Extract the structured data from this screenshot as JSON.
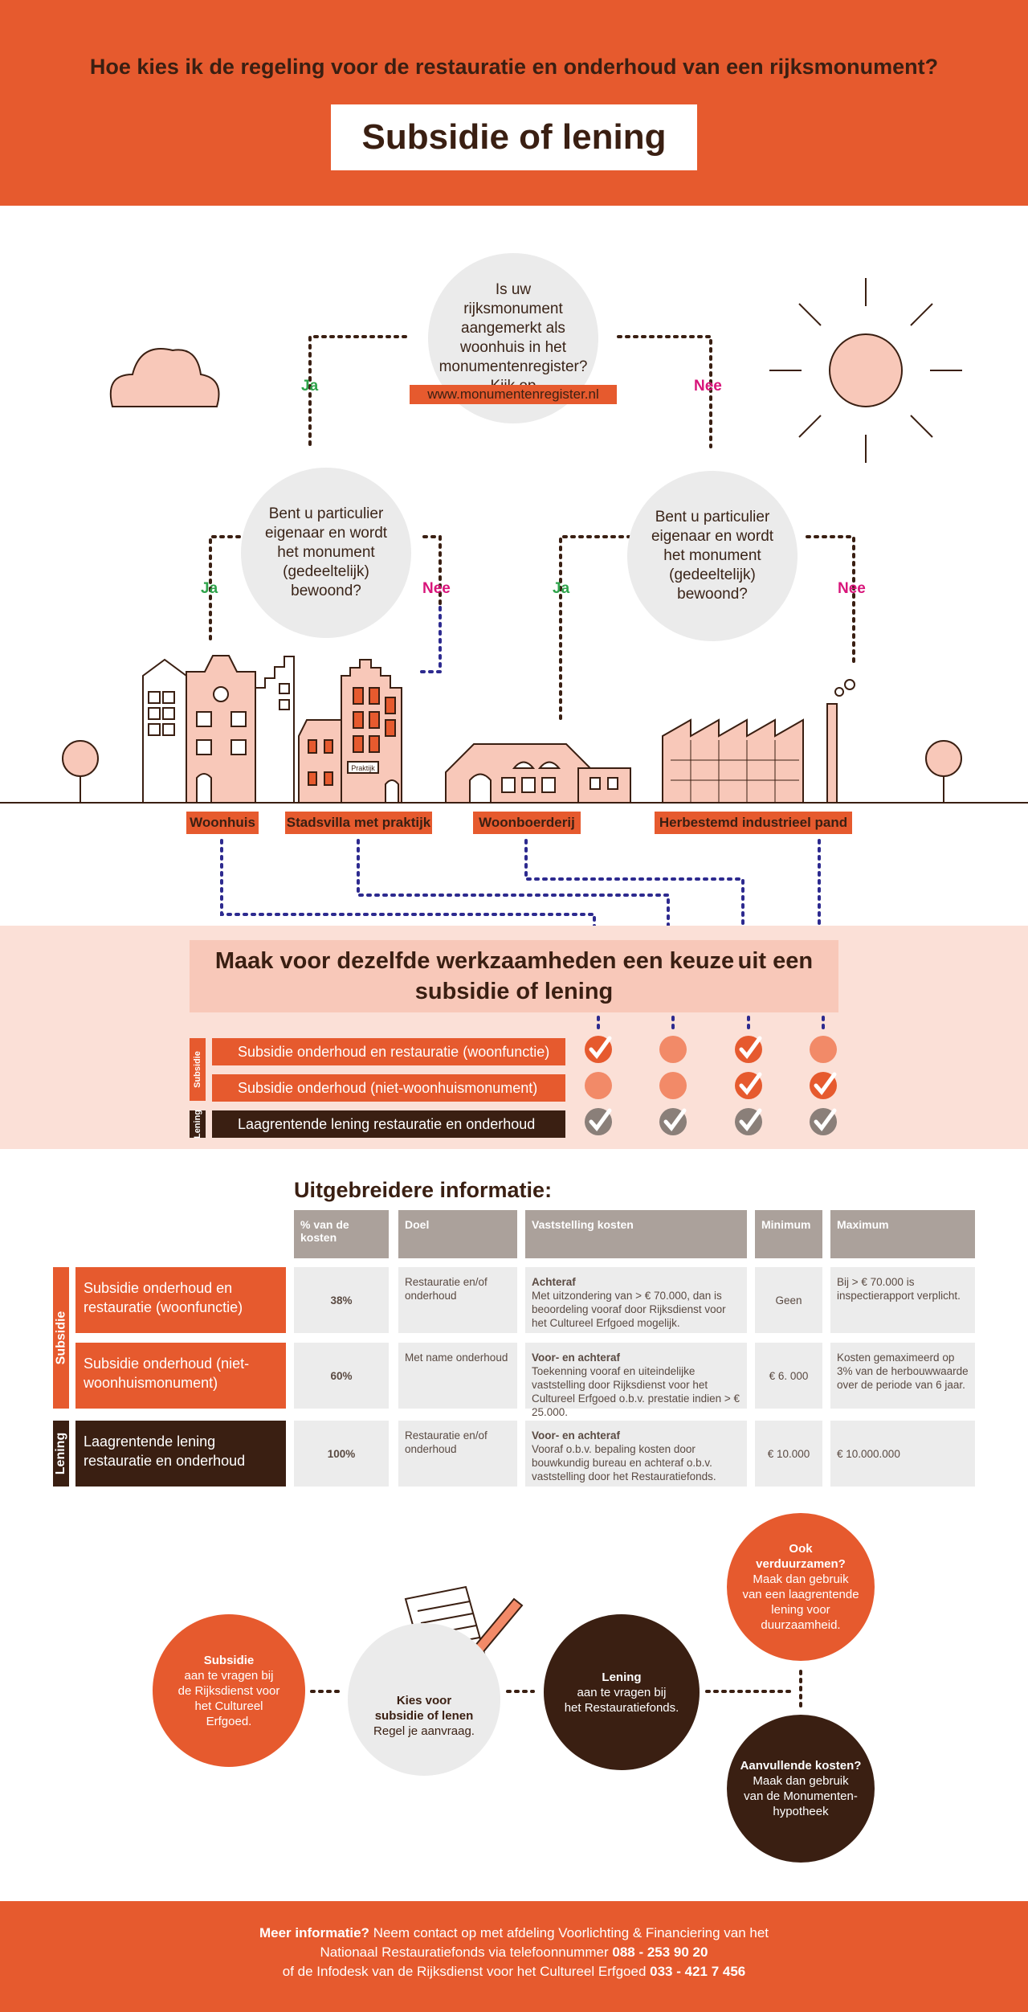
{
  "header": {
    "question": "Hoe kies ik de regeling voor de restauratie en onderhoud van een rijksmonument?",
    "title": "Subsidie of lening"
  },
  "flow": {
    "top_question": [
      "Is uw",
      "rijksmonument",
      "aangemerkt als",
      "woonhuis in het",
      "monumentenregister?",
      "Kijk op"
    ],
    "top_link": "www.monumentenregister.nl",
    "left_question": [
      "Bent u particulier",
      "eigenaar en wordt",
      "het monument",
      "(gedeeltelijk)",
      "bewoond?"
    ],
    "right_question": [
      "Bent u particulier",
      "eigenaar en wordt",
      "het monument",
      "(gedeeltelijk)",
      "bewoond?"
    ],
    "ja": "Ja",
    "nee": "Nee"
  },
  "buildings": {
    "labels": [
      "Woonhuis",
      "Stadsvilla met praktijk",
      "Woonboerderij",
      "Herbestemd industrieel pand"
    ],
    "praktijk_sign": "Praktijk"
  },
  "choice": {
    "title_line1": "Maak voor dezelfde werkzaamheden een keuze",
    "title_line2": "uit een subsidie of lening",
    "group_subsidie": "Subsidie",
    "group_lening": "Lening",
    "options": [
      {
        "label": "Subsidie onderhoud en restauratie (woonfunctie)",
        "marks": [
          true,
          false,
          true,
          false
        ]
      },
      {
        "label": "Subsidie onderhoud (niet-woonhuismonument)",
        "marks": [
          false,
          false,
          true,
          true
        ]
      },
      {
        "label": "Laagrentende lening restauratie en onderhoud",
        "marks": [
          true,
          true,
          true,
          true
        ]
      }
    ],
    "colors": {
      "orange": "#e65a2e",
      "dark": "#3a1f12",
      "salmon": "#f28a68",
      "gray": "#8a7f79"
    }
  },
  "info": {
    "title": "Uitgebreidere informatie:",
    "headers": [
      "% van de kosten",
      "Doel",
      "Vaststelling kosten",
      "Minimum",
      "Maximum"
    ],
    "side_subsidie": "Subsidie",
    "side_lening": "Lening",
    "rows": [
      {
        "label": "Subsidie onderhoud en restauratie (woonfunctie)",
        "pct": "38%",
        "doel": "Restauratie en/of onderhoud",
        "vast_title": "Achteraf",
        "vast_text": "Met uitzondering van > € 70.000, dan is beoordeling vooraf door Rijksdienst voor het Cultureel Erfgoed mogelijk.",
        "min": "Geen",
        "max": "Bij > € 70.000 is inspectierapport verplicht."
      },
      {
        "label": "Subsidie onderhoud (niet-woonhuismonument)",
        "pct": "60%",
        "doel": "Met name onderhoud",
        "vast_title": "Voor- en achteraf",
        "vast_text": "Toekenning vooraf en uiteindelijke vaststelling door Rijksdienst voor het Cultureel Erfgoed o.b.v. prestatie indien > € 25.000.",
        "min": "€ 6. 000",
        "max": "Kosten gemaximeerd op 3% van de herbouwwaarde over de periode van 6 jaar."
      },
      {
        "label": "Laagrentende lening restauratie en onderhoud",
        "pct": "100%",
        "doel": "Restauratie en/of onderhoud",
        "vast_title": "Voor- en achteraf",
        "vast_text": "Vooraf o.b.v. bepaling kosten door bouwkundig bureau en achteraf o.b.v. vaststelling door het Restauratiefonds.",
        "min": "€ 10.000",
        "max": "€ 10.000.000"
      }
    ]
  },
  "steps": {
    "subsidie_title": "Subsidie",
    "subsidie_text": [
      "aan te vragen bij",
      "de Rijksdienst voor",
      "het Cultureel",
      "Erfgoed."
    ],
    "kies_title": [
      "Kies voor",
      "subsidie of lenen"
    ],
    "kies_text": "Regel je aanvraag.",
    "lening_title": "Lening",
    "lening_text": [
      "aan te vragen bij",
      "het Restauratiefonds."
    ],
    "ook_title": [
      "Ook",
      "verduurzamen?"
    ],
    "ook_text": [
      "Maak dan gebruik",
      "van een laagrentende",
      "lening voor",
      "duurzaamheid."
    ],
    "aanv_title": "Aanvullende kosten?",
    "aanv_text": [
      "Maak dan gebruik",
      "van de Monumenten-",
      "hypotheek"
    ]
  },
  "footer": {
    "bold1": "Meer informatie?",
    "line1": "Neem contact op met afdeling Voorlichting & Financiering van het",
    "line2": "Nationaal Restauratiefonds via telefoonnummer",
    "phone1": "088 - 253 90 20",
    "line3": "of de Infodesk van de Rijksdienst voor het Cultureel Erfgoed",
    "phone2": "033 - 421 7 456"
  }
}
